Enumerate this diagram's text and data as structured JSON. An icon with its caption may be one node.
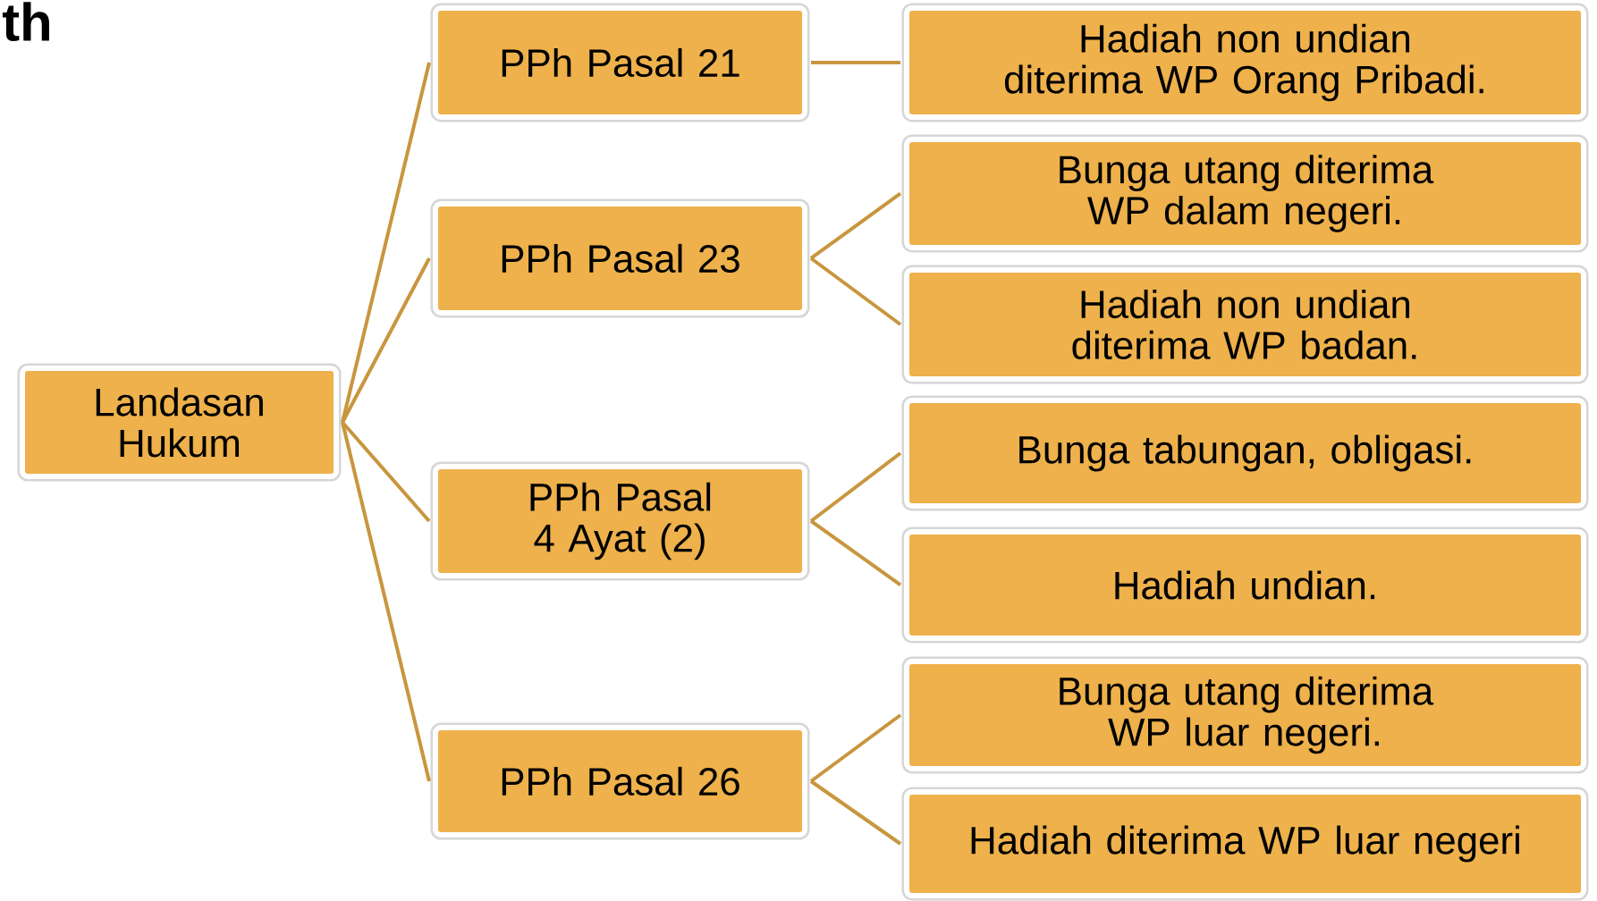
{
  "diagram": {
    "nodes": [
      {
        "text": [
          "Landasan Hukum"
        ]
      },
      {
        "text": [
          "PPh Pasal 21"
        ]
      },
      {
        "text": [
          "Hadiah non undian diterima WP Orang Pribadi."
        ]
      },
      {
        "text": [
          "PPh Pasal 23"
        ]
      },
      {
        "text": [
          "Bunga utang diterima WP dalam negeri."
        ]
      },
      {
        "text": [
          "Hadiah non undian diterima WP badan."
        ]
      },
      {
        "text": [
          "PPh Pasal 4 Ayat (2)"
        ]
      },
      {
        "text": [
          "Bunga tabungan, obligasi."
        ]
      },
      {
        "text": [
          "Hadiah undian."
        ]
      },
      {
        "text": [
          "PPh Pasal 26"
        ]
      },
      {
        "text": [
          "Bunga utang diterima WP luar negeri."
        ]
      },
      {
        "text": [
          "Hadiah diterima WP luar negeri"
        ]
      }
    ],
    "edges": [
      {
        "from": 0,
        "to": 1,
        "arrow": "none"
      },
      {
        "from": 0,
        "to": 3,
        "arrow": "none"
      },
      {
        "from": 0,
        "to": 6,
        "arrow": "none"
      },
      {
        "from": 0,
        "to": 9,
        "arrow": "none"
      },
      {
        "from": 1,
        "to": 2,
        "arrow": "none"
      },
      {
        "from": 3,
        "to": 4,
        "arrow": "none"
      },
      {
        "from": 3,
        "to": 5,
        "arrow": "none"
      },
      {
        "from": 6,
        "to": 7,
        "arrow": "none"
      },
      {
        "from": 6,
        "to": 8,
        "arrow": "none"
      },
      {
        "from": 9,
        "to": 10,
        "arrow": "none"
      },
      {
        "from": 9,
        "to": 11,
        "arrow": "none"
      }
    ],
    "labels": [
      "th"
    ]
  }
}
